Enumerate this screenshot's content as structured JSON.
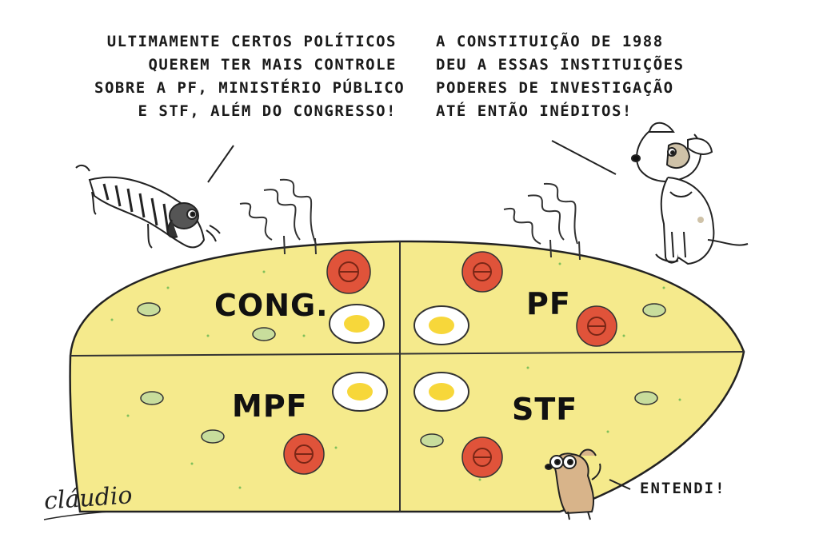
{
  "speech_left": {
    "lines": [
      "Ultimamente certos políticos",
      "querem ter mais controle",
      "sobre a PF, Ministério Público",
      "e STF, além do Congresso!"
    ]
  },
  "speech_right": {
    "lines": [
      "A Constituição de 1988",
      "deu a essas instituições",
      "poderes de investigação",
      "até então inéditos!"
    ]
  },
  "slices": {
    "top_left": "CONG.",
    "top_right": "PF",
    "bottom_left": "MPF",
    "bottom_right": "STF"
  },
  "reply": "ENTENDI!",
  "signature": "cláudio",
  "colors": {
    "crust": "#f5ea8c",
    "tomato": "#e0533a",
    "egg_yolk": "#f7d73a",
    "olive": "#c8dd9c",
    "outline": "#222222"
  }
}
